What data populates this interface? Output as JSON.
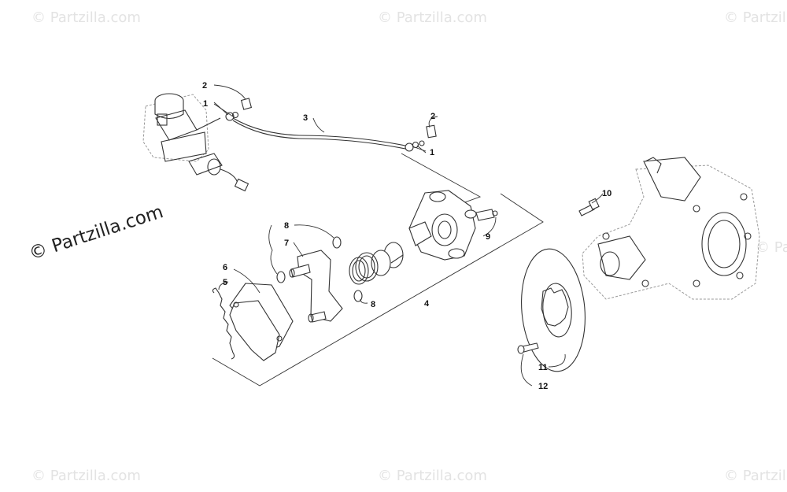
{
  "watermark": {
    "small": "© Partzilla.com",
    "main": "© Partzilla.com"
  },
  "callouts": [
    {
      "id": "c-2a",
      "label": "2"
    },
    {
      "id": "c-1a",
      "label": "1"
    },
    {
      "id": "c-3",
      "label": "3"
    },
    {
      "id": "c-2b",
      "label": "2"
    },
    {
      "id": "c-1b",
      "label": "1"
    },
    {
      "id": "c-8a",
      "label": "8"
    },
    {
      "id": "c-7",
      "label": "7"
    },
    {
      "id": "c-6",
      "label": "6"
    },
    {
      "id": "c-5",
      "label": "5"
    },
    {
      "id": "c-8b",
      "label": "8"
    },
    {
      "id": "c-4",
      "label": "4"
    },
    {
      "id": "c-9",
      "label": "9"
    },
    {
      "id": "c-10",
      "label": "10"
    },
    {
      "id": "c-11",
      "label": "11"
    },
    {
      "id": "c-12",
      "label": "12"
    }
  ]
}
